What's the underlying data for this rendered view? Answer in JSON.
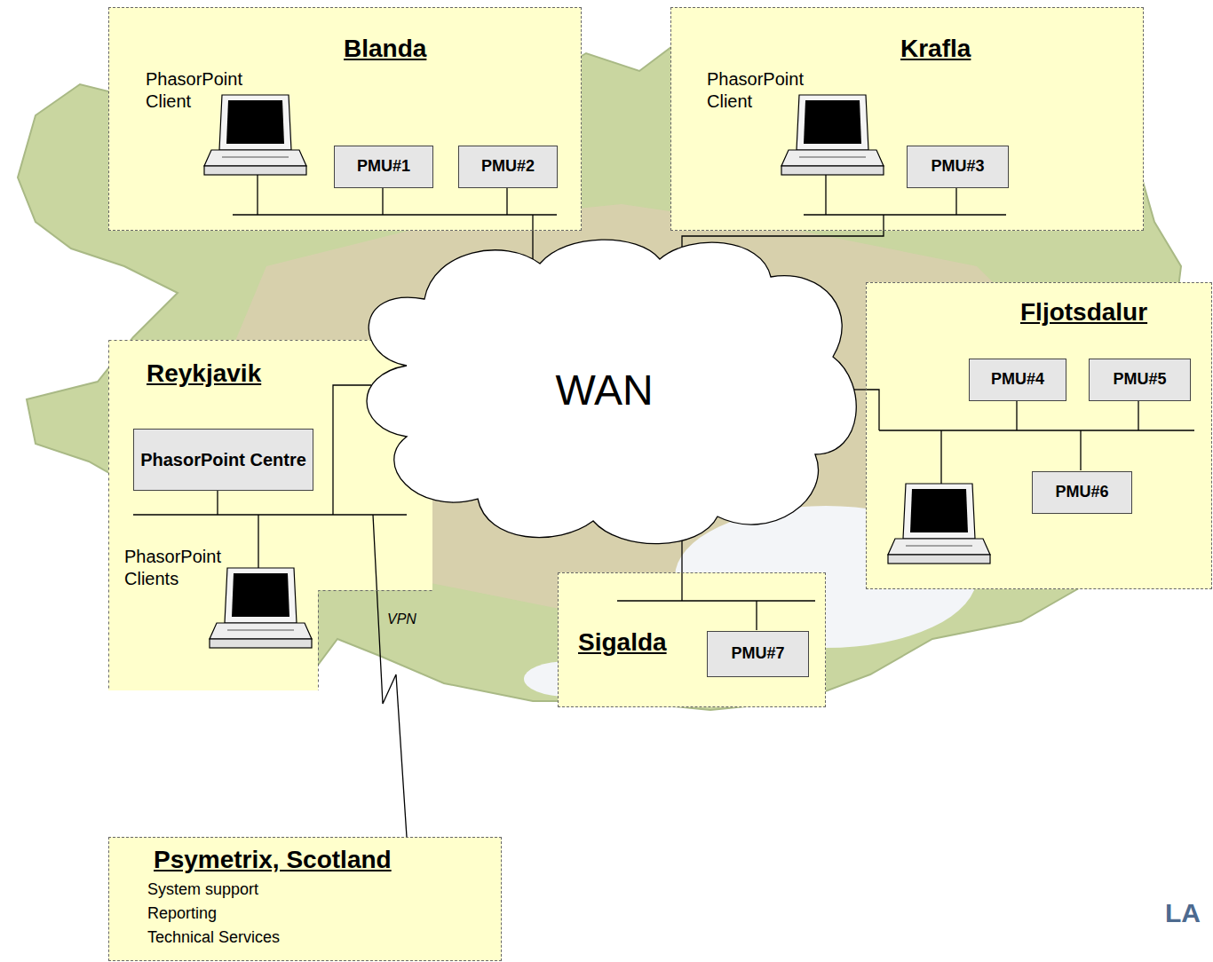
{
  "diagram": {
    "nodes": [
      {
        "text": [
          "Blanda",
          "PhasorPoint Client"
        ]
      },
      {
        "text": [
          "PMU#1"
        ],
        "in": 0
      },
      {
        "text": [
          "PMU#2"
        ],
        "in": 0
      },
      {
        "text": [
          "Krafla",
          "PhasorPoint Client"
        ]
      },
      {
        "text": [
          "PMU#3"
        ],
        "in": 3
      },
      {
        "text": [
          "Reykjavik",
          "PhasorPoint Clients"
        ]
      },
      {
        "text": [
          "PhasorPoint Centre"
        ],
        "in": 5
      },
      {
        "text": [
          "WAN"
        ]
      },
      {
        "text": [
          "Fljotsdalur"
        ]
      },
      {
        "text": [
          "PMU#4"
        ],
        "in": 8
      },
      {
        "text": [
          "PMU#5"
        ],
        "in": 8
      },
      {
        "text": [
          "PMU#6"
        ],
        "in": 8
      },
      {
        "text": [
          "Sigalda"
        ]
      },
      {
        "text": [
          "PMU#7"
        ],
        "in": 12
      },
      {
        "text": [
          "Psymetrix, Scotland",
          "System support",
          "Reporting",
          "Technical Services"
        ]
      }
    ],
    "edges": [
      {
        "from": 0,
        "to": 7,
        "arrow": "none"
      },
      {
        "from": 3,
        "to": 7,
        "arrow": "none"
      },
      {
        "from": 5,
        "to": 7,
        "arrow": "none"
      },
      {
        "from": 8,
        "to": 7,
        "arrow": "none"
      },
      {
        "from": 12,
        "to": 7,
        "arrow": "none"
      },
      {
        "from": 5,
        "to": 14,
        "label": "VPN",
        "arrow": "none"
      }
    ],
    "labels": [
      "LA"
    ]
  }
}
